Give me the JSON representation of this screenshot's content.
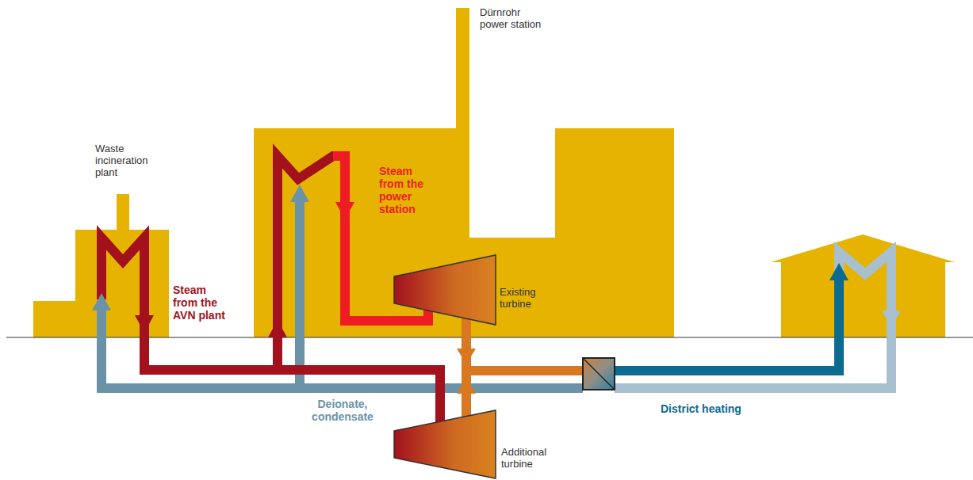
{
  "diagram": {
    "nodes": [
      {
        "text": [
          "Waste incineration plant"
        ]
      },
      {
        "text": [
          "Dürnrohr power station"
        ]
      },
      {
        "text": [
          "Existing turbine"
        ],
        "in": 1
      },
      {
        "text": [
          "Additional turbine"
        ]
      }
    ],
    "edges": [
      {
        "from": 0,
        "to": 1,
        "arrow": "to"
      },
      {
        "from": 0,
        "to": 3,
        "arrow": "none"
      }
    ],
    "labels": [
      "Steam from the AVN plant",
      "Steam from the power station",
      "Deionate, condensate",
      "District heating"
    ]
  }
}
